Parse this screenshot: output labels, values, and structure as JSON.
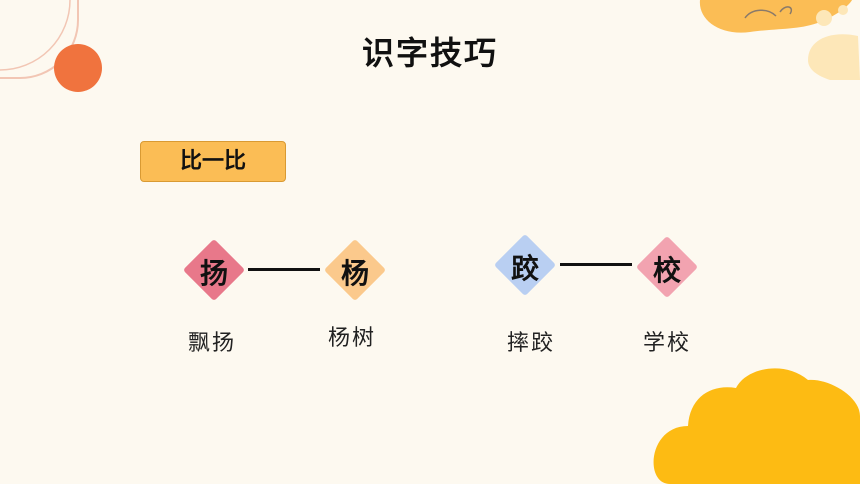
{
  "title": "识字技巧",
  "badge": "比一比",
  "pairs": [
    {
      "left": {
        "char": "扬",
        "word": "飘扬",
        "color": "#e8788a"
      },
      "right": {
        "char": "杨",
        "word": "杨树",
        "color": "#fbc98c"
      }
    },
    {
      "left": {
        "char": "跤",
        "word": "摔跤",
        "color": "#b9cff2"
      },
      "right": {
        "char": "校",
        "word": "学校",
        "color": "#f2a3b0"
      }
    }
  ],
  "colors": {
    "background": "#fdf9f0",
    "accent_orange": "#f0733e",
    "cloud_yellow": "#fdbb13",
    "badge": "#fbbd55"
  }
}
